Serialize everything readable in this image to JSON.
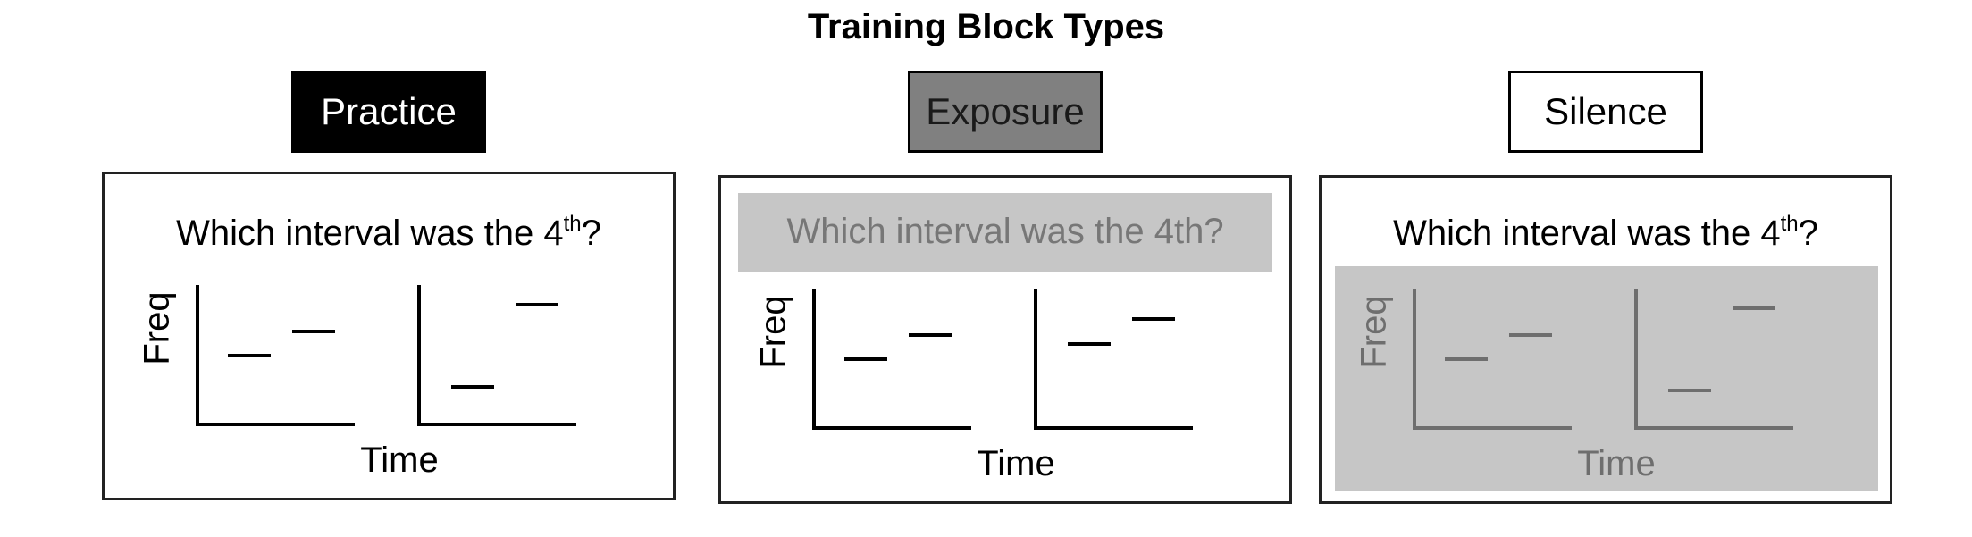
{
  "title": "Training Block Types",
  "panels": [
    {
      "label": "Practice",
      "question_prefix": "Which interval was the 4",
      "question_sup": "th",
      "question_suffix": "?",
      "ylabel": "Freq",
      "xlabel": "Time",
      "label_bg": "#000000",
      "label_fg": "#ffffff",
      "ink": "#000000"
    },
    {
      "label": "Exposure",
      "question": "Which interval was the 4th?",
      "ylabel": "Freq",
      "xlabel": "Time",
      "label_bg": "#808080",
      "label_fg": "#1a1a1a",
      "ink": "#000000",
      "question_color": "#777777",
      "band_color": "#c6c6c6"
    },
    {
      "label": "Silence",
      "question_prefix": "Which interval was the 4",
      "question_sup": "th",
      "question_suffix": "?",
      "ylabel": "Freq",
      "xlabel": "Time",
      "label_bg": "#ffffff",
      "label_fg": "#000000",
      "ink": "#6e6e6e",
      "band_color": "#c6c6c6"
    }
  ]
}
